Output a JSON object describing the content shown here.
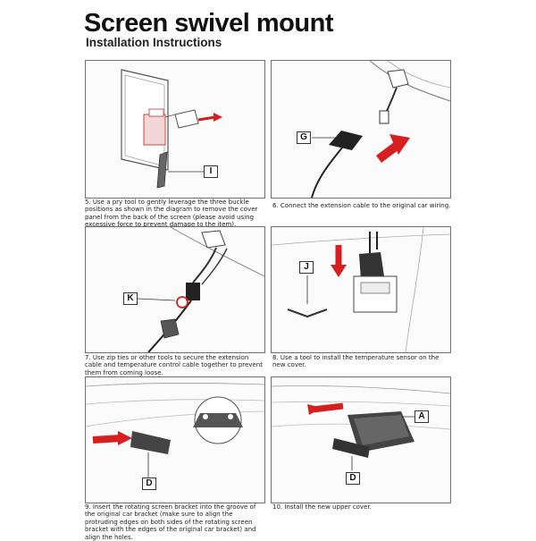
{
  "header": {
    "title": "Screen swivel mount",
    "subtitle": "Installation Instructions"
  },
  "steps": [
    {
      "caption": "5. Use a pry tool to gently leverage the three buckle positions as shown in the diagram to remove the cover panel from the back of the screen (please avoid using excessive force to prevent damage to the item).",
      "labels": [
        "I"
      ]
    },
    {
      "caption": "6. Connect the extension cable to the original car wiring.",
      "labels": [
        "G"
      ]
    },
    {
      "caption": "7. Use zip ties or other tools to secure the extension cable and temperature control cable together to prevent them from coming loose.",
      "labels": [
        "K"
      ]
    },
    {
      "caption": "8. Use a tool to install the temperature sensor on the new cover.",
      "labels": [
        "J"
      ]
    },
    {
      "caption": "9. Insert the rotating screen bracket into the groove of the original car bracket (make sure to align the protruding edges on both sides of the rotating screen bracket with the edges of the original car bracket) and align the holes.",
      "labels": [
        "D"
      ]
    },
    {
      "caption": "10. Install the new upper cover.",
      "labels": [
        "A",
        "D"
      ]
    }
  ],
  "colors": {
    "arrow": "#d61f1f",
    "line": "#333333",
    "panel_border": "#6f6f6f"
  }
}
